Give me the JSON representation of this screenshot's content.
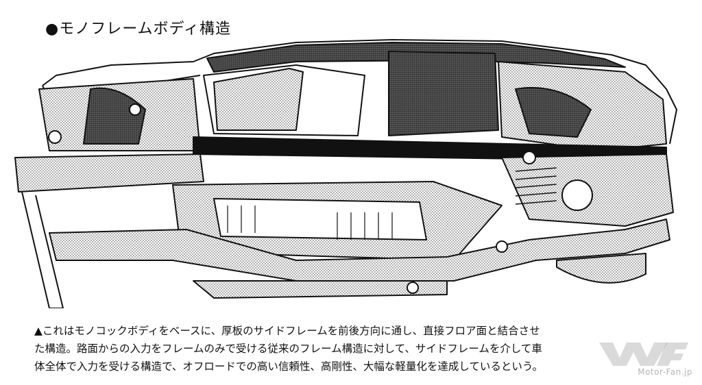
{
  "heading": "●モノフレームボディ構造",
  "caption": {
    "line1": "▲これはモノコックボディをベースに、厚板のサイドフレームを前後方向に通し、直接フロア面と結合させ",
    "line2": "た構造。路面からの入力をフレームのみで受ける従来のフレーム構造に対して、サイドフレームを介して車",
    "line3": "体全体で入力を受ける構造で、オフロードでの高い信頼性、高剛性、大幅な軽量化を達成しているという。"
  },
  "watermark": {
    "logo_text": "Motor-Fan.jp"
  },
  "colors": {
    "ink": "#111111",
    "screen_tone": "#8a8a8a",
    "paper": "#ffffff",
    "watermark": "#9a9a9a"
  }
}
